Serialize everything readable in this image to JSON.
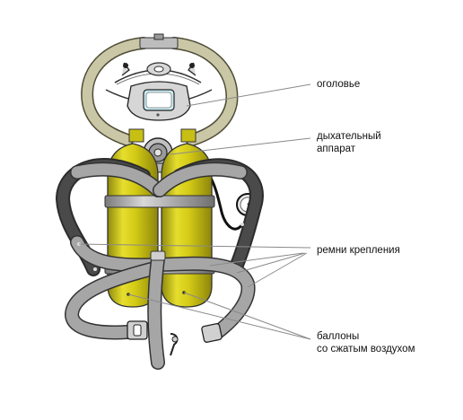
{
  "labels": {
    "headgear": "оголовье",
    "breathing_line1": "дыхательный",
    "breathing_line2": "аппарат",
    "straps": "ремни крепления",
    "cylinders_line1": "баллоны",
    "cylinders_line2": "со сжатым воздухом"
  },
  "colors": {
    "cylinder_yellow": "#d8cf1a",
    "cylinder_shade": "#9c9410",
    "strap_gray": "#9c9c9c",
    "strap_dark": "#3a3a3a",
    "hose_beige": "#c9c7a6",
    "metal_gray": "#bcbcbc",
    "leader_line": "#8a8a8a"
  }
}
